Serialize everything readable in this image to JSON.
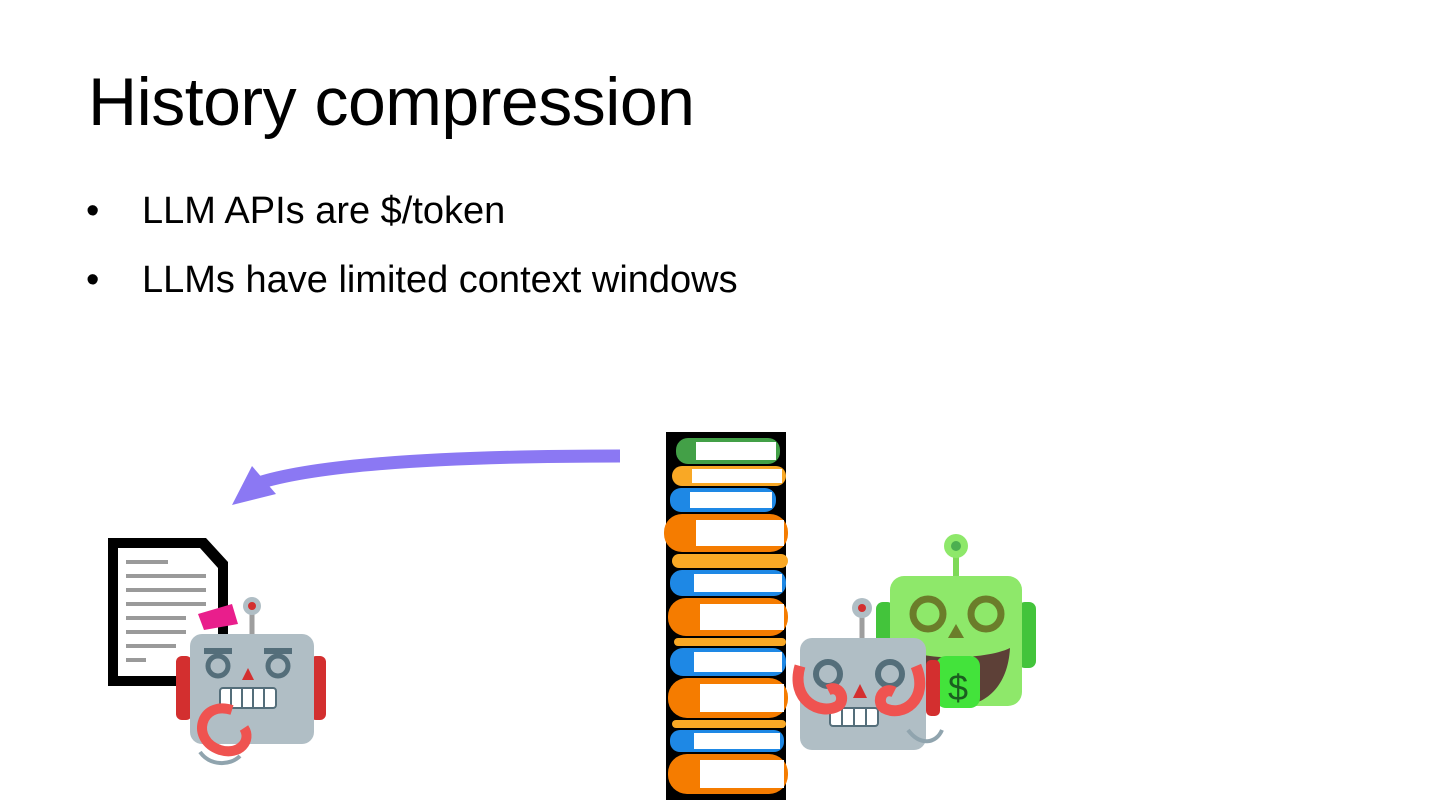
{
  "slide": {
    "title": "History compression",
    "bullets": [
      {
        "marker": "•",
        "text": "LLM APIs are $/token"
      },
      {
        "marker": "•",
        "text": "LLMs have limited context windows"
      }
    ]
  },
  "illustration": {
    "arrow_color": "#8b78f3",
    "icons": [
      "document-icon",
      "robot-holding-document-icon",
      "book-stack-icon",
      "robot-money-mouth-icon",
      "robot-overwhelmed-icon"
    ],
    "money_symbol": "$"
  }
}
